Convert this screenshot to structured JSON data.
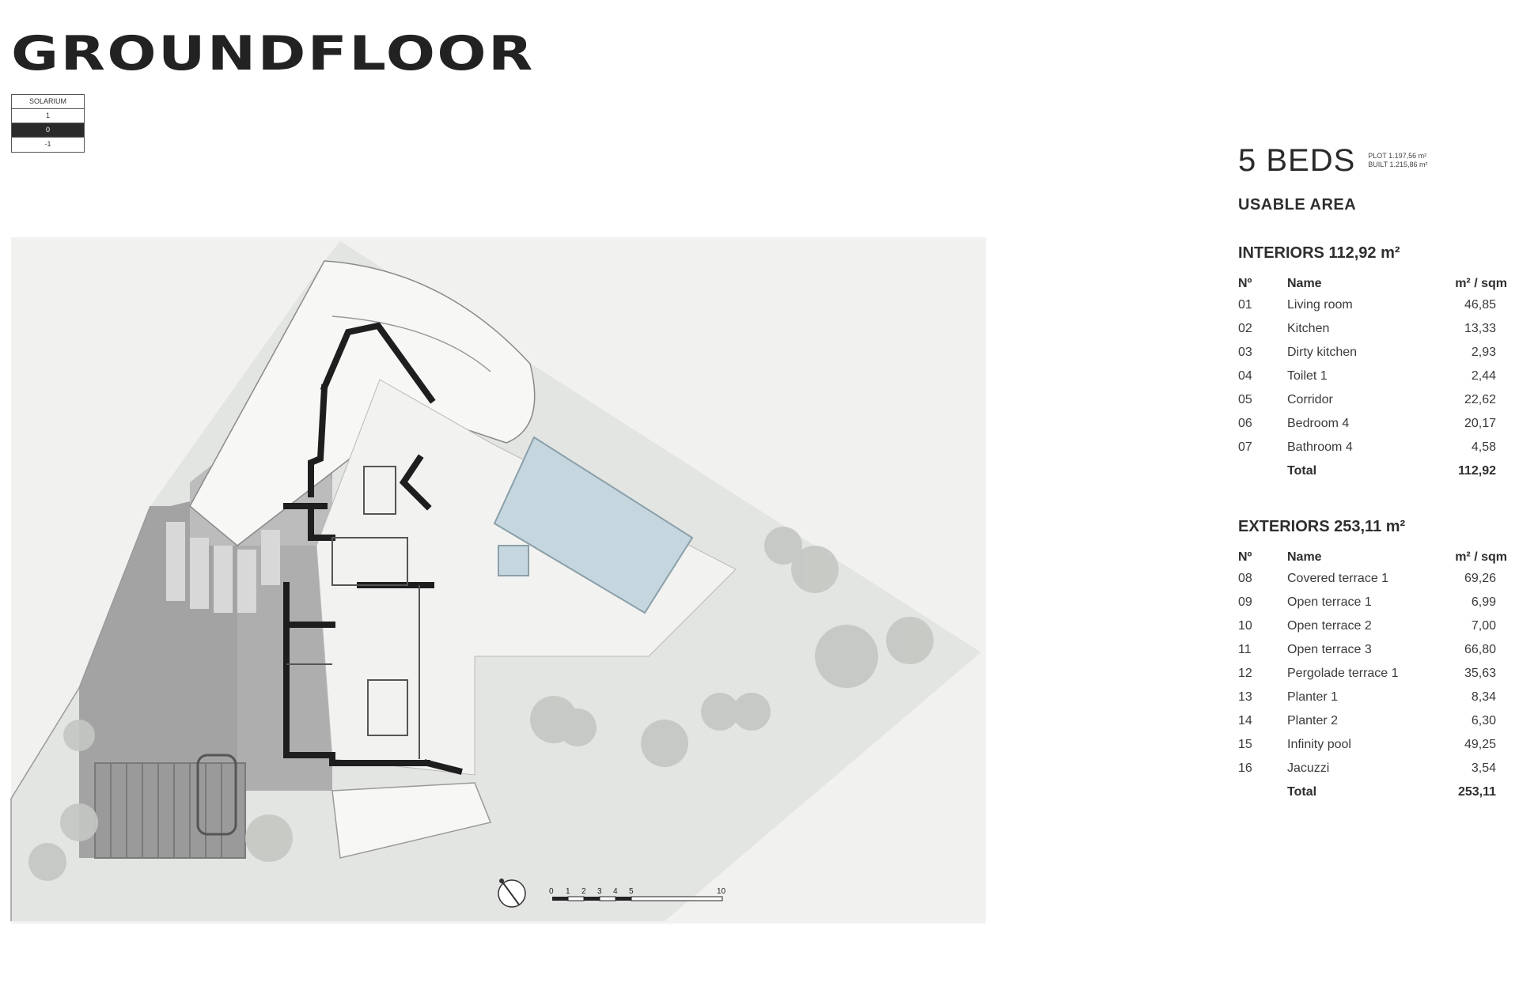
{
  "header": {
    "title": "GROUNDFLOOR"
  },
  "level_selector": {
    "levels": [
      "SOLARIUM",
      "1",
      "0",
      "-1"
    ],
    "active": "0"
  },
  "summary": {
    "beds": "5 BEDS",
    "plot": "PLOT 1.197,56 m²",
    "built": "BUILT 1.215,86 m²",
    "usable_area_label": "USABLE AREA"
  },
  "interiors": {
    "title": "INTERIORS 112,92 m²",
    "headers": {
      "no": "Nº",
      "name": "Name",
      "area": "m² / sqm"
    },
    "rows": [
      {
        "no": "01",
        "name": "Living room",
        "area": "46,85"
      },
      {
        "no": "02",
        "name": "Kitchen",
        "area": "13,33"
      },
      {
        "no": "03",
        "name": "Dirty kitchen",
        "area": "2,93"
      },
      {
        "no": "04",
        "name": "Toilet 1",
        "area": "2,44"
      },
      {
        "no": "05",
        "name": "Corridor",
        "area": "22,62"
      },
      {
        "no": "06",
        "name": "Bedroom 4",
        "area": "20,17"
      },
      {
        "no": "07",
        "name": "Bathroom 4",
        "area": "4,58"
      }
    ],
    "total_label": "Total",
    "total_value": "112,92"
  },
  "exteriors": {
    "title": "EXTERIORS 253,11 m²",
    "headers": {
      "no": "Nº",
      "name": "Name",
      "area": "m² / sqm"
    },
    "rows": [
      {
        "no": "08",
        "name": "Covered terrace 1",
        "area": "69,26"
      },
      {
        "no": "09",
        "name": "Open terrace 1",
        "area": "6,99"
      },
      {
        "no": "10",
        "name": "Open terrace 2",
        "area": "7,00"
      },
      {
        "no": "11",
        "name": "Open terrace 3",
        "area": "66,80"
      },
      {
        "no": "12",
        "name": "Pergolade terrace 1",
        "area": "35,63"
      },
      {
        "no": "13",
        "name": "Planter 1",
        "area": "8,34"
      },
      {
        "no": "14",
        "name": "Planter 2",
        "area": "6,30"
      },
      {
        "no": "15",
        "name": "Infinity pool",
        "area": "49,25"
      },
      {
        "no": "16",
        "name": "Jacuzzi",
        "area": "3,54"
      }
    ],
    "total_label": "Total",
    "total_value": "253,11"
  },
  "scale_bar": {
    "labels": [
      "0",
      "1",
      "2",
      "3",
      "4",
      "5",
      "10"
    ]
  },
  "icons": {
    "north_arrow": "compass-north-icon"
  },
  "colors": {
    "garden": "#e3e5e2",
    "paving": "#9c9c9c",
    "walls": "#1e1e1e",
    "pool": "#c6d6de",
    "trees": "#c4c7c3"
  }
}
